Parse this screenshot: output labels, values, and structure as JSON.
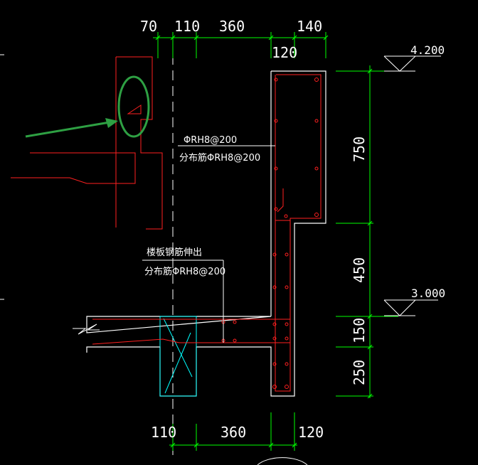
{
  "dimensions": {
    "top": [
      "70",
      "110",
      "360",
      "140",
      "120"
    ],
    "bottom": [
      "110",
      "360",
      "120"
    ],
    "right": [
      "750",
      "450",
      "150",
      "250"
    ]
  },
  "elevations": [
    "4.200",
    "3.000"
  ],
  "annotations": {
    "rebar_main": "ΦRH8@200",
    "rebar_distribution": "分布筋ΦRH8@200",
    "slab_extend": "楼板钢筋伸出",
    "slab_distribution": "分布筋ΦRH8@200"
  },
  "colors": {
    "background": "#000000",
    "section_outline": "#ffffff",
    "rebar": "#ff2020",
    "dimension": "#00ff00",
    "beam": "#00ffff",
    "highlight": "#2ea043"
  }
}
